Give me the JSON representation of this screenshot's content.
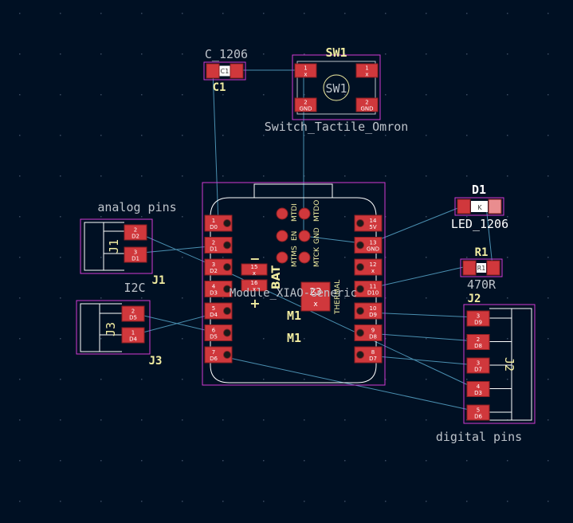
{
  "colors": {
    "background": "#001023",
    "grid": "#3a4a60",
    "pad": "#d0383c",
    "pad_border": "#8a1e22",
    "courtyard": "#d33ad3",
    "silk": "#f2eda1",
    "fab": "#bdc3ca",
    "ratsnest": "#4a8fb0",
    "outline": "#ffffff"
  },
  "labels": {
    "c1_value": "C_1206",
    "c1_ref": "C1",
    "sw1_ref": "SW1",
    "sw1_value": "Switch_Tactile_Omron",
    "sw1_center": "SW1",
    "d1_ref": "D1",
    "d1_value": "LED_1206",
    "r1_ref": "R1",
    "r1_value": "470R",
    "j1_group": "analog pins",
    "j1_ref": "J1",
    "j1_label": "J1",
    "i2c_group": "I2C",
    "j3_ref": "J3",
    "j3_label": "J3",
    "j2_ref": "J2",
    "j2_label": "J2",
    "j2_group": "digital pins",
    "m1_value": "Module_XIAO-Generic",
    "m1_ref": "M1",
    "m1_ref2": "M1",
    "bat": "BAT",
    "bat_minus": "−",
    "bat_plus": "+",
    "thermal": "THERMAL",
    "pad23_num": "23",
    "pad23_net": "x",
    "mtdi": "MTDI",
    "mtdo": "MTDO",
    "en": "EN",
    "gnd": "GND",
    "mtms": "MTMS",
    "mtck": "MTCK",
    "d1_pad": "K",
    "r1_pad": "R1",
    "c1_pad": "C1"
  },
  "m1_left_pads": [
    {
      "num": "1",
      "net": "D0"
    },
    {
      "num": "2",
      "net": "D1"
    },
    {
      "num": "3",
      "net": "D2"
    },
    {
      "num": "4",
      "net": "D3"
    },
    {
      "num": "5",
      "net": "D4"
    },
    {
      "num": "6",
      "net": "D5"
    },
    {
      "num": "7",
      "net": "D6"
    }
  ],
  "m1_right_pads": [
    {
      "num": "14",
      "net": "5V"
    },
    {
      "num": "13",
      "net": "GND"
    },
    {
      "num": "12",
      "net": "x"
    },
    {
      "num": "11",
      "net": "D10"
    },
    {
      "num": "10",
      "net": "D9"
    },
    {
      "num": "9",
      "net": "D8"
    },
    {
      "num": "8",
      "net": "D7"
    }
  ],
  "m1_bat_pads": [
    {
      "num": "15",
      "net": "x"
    },
    {
      "num": "16",
      "net": "x"
    }
  ],
  "sw1_pads": [
    {
      "num": "1",
      "net": "x"
    },
    {
      "num": "1",
      "net": "x"
    },
    {
      "num": "2",
      "net": "GND"
    },
    {
      "num": "2",
      "net": "GND"
    }
  ],
  "j1_pads": [
    {
      "num": "2",
      "net": "D2"
    },
    {
      "num": "3",
      "net": "D1"
    }
  ],
  "j3_pads": [
    {
      "num": "2",
      "net": "D5"
    },
    {
      "num": "1",
      "net": "D4"
    }
  ],
  "j2_pads": [
    {
      "num": "3",
      "net": "D9"
    },
    {
      "num": "2",
      "net": "D8"
    },
    {
      "num": "3",
      "net": "D7"
    },
    {
      "num": "4",
      "net": "D3"
    },
    {
      "num": "5",
      "net": "D6"
    }
  ]
}
